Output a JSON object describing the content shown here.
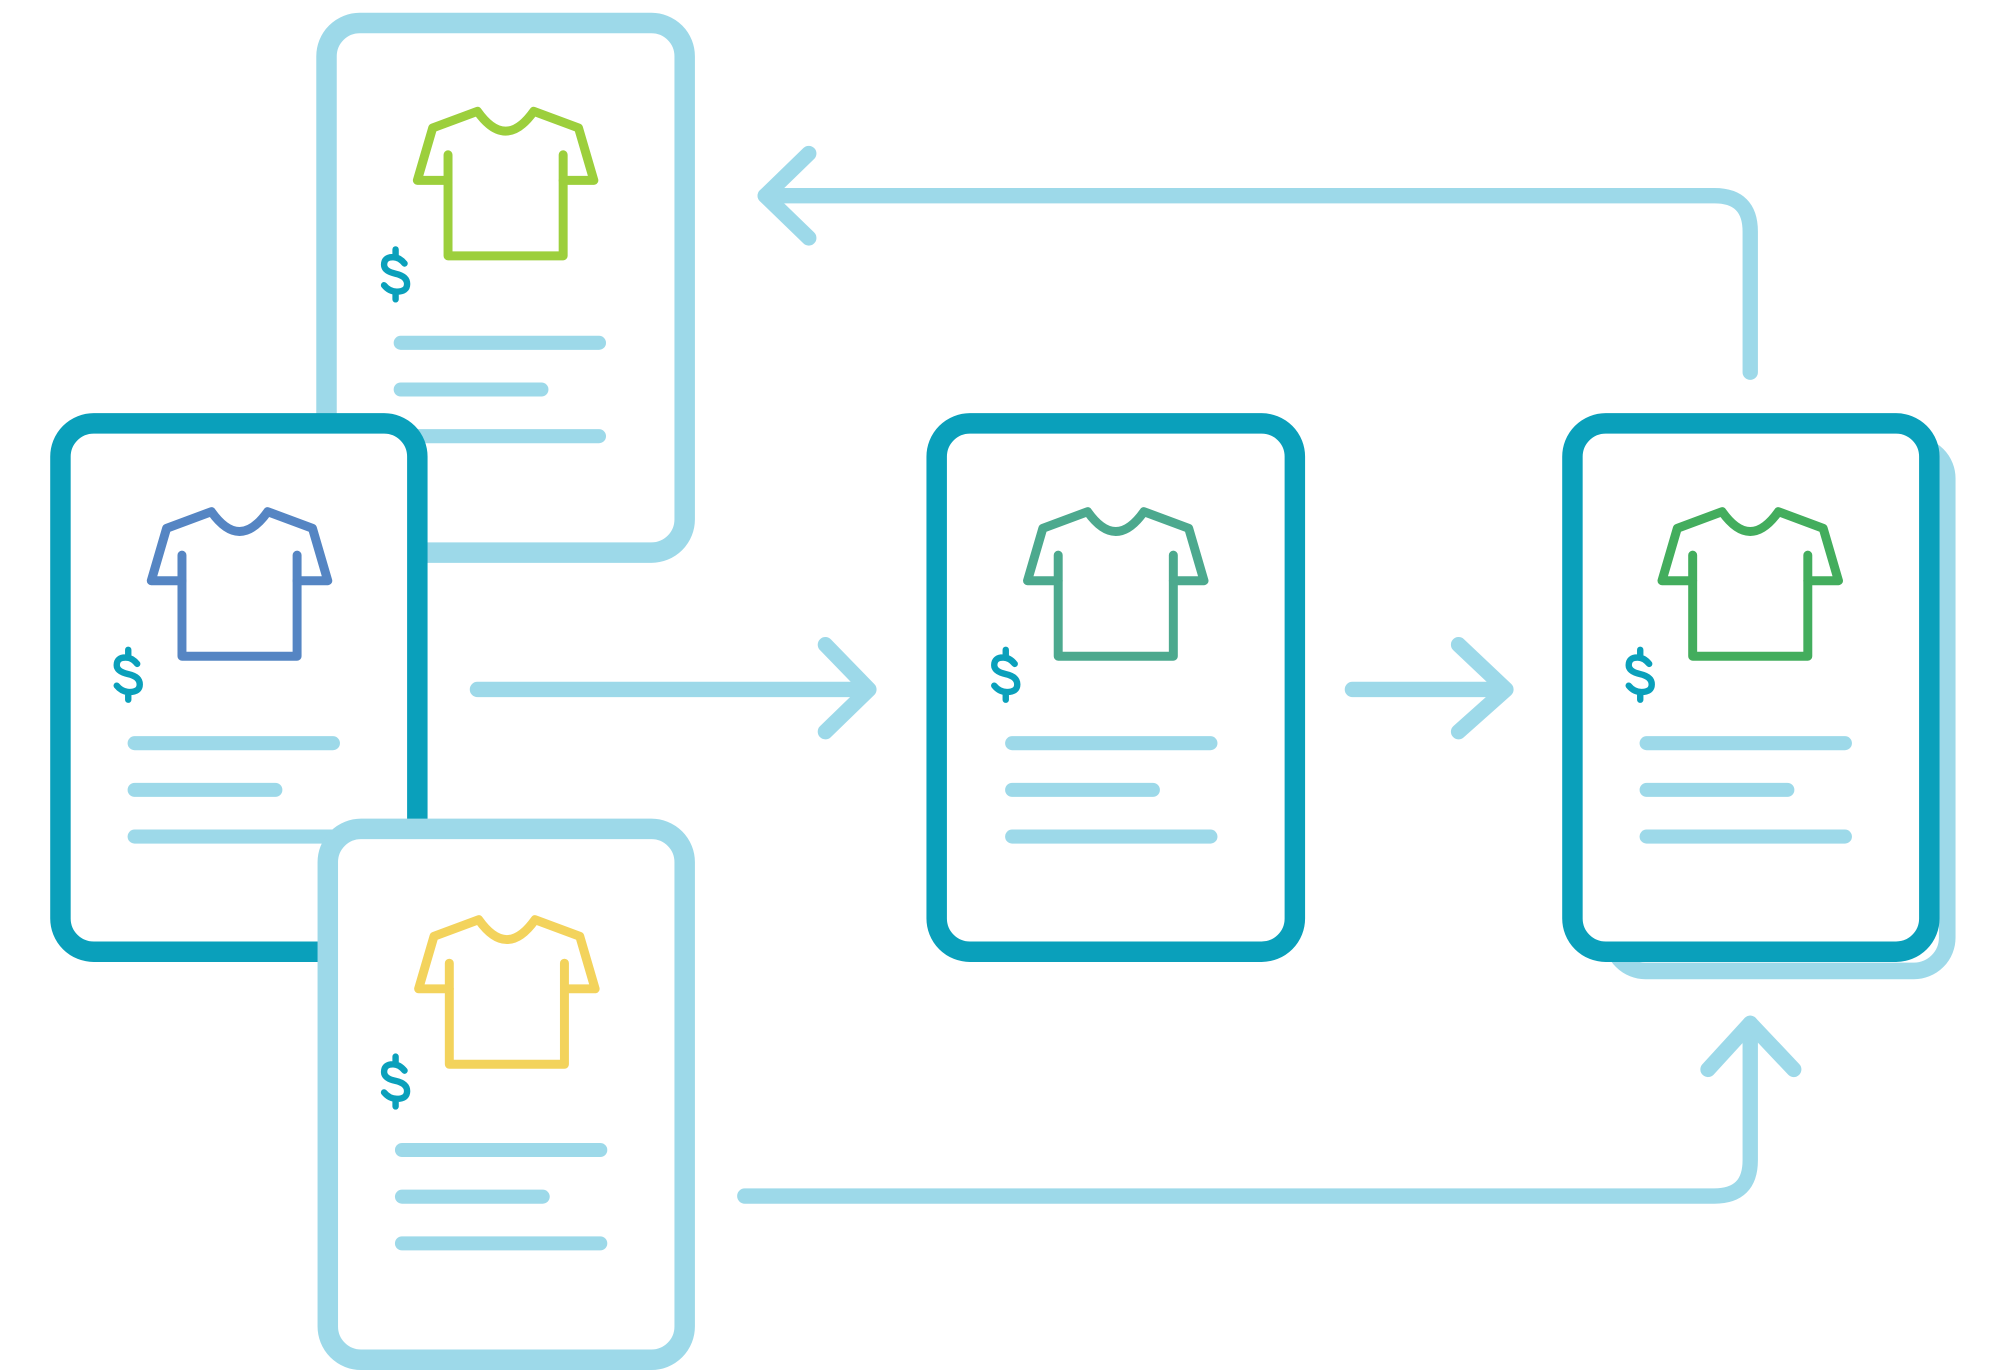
{
  "diagram": {
    "colors": {
      "dark_card": "#0aa0bb",
      "light": "#9dd9e9",
      "dollar": "#0aa0bb",
      "shirt_lime": "#9ccf3c",
      "shirt_blue": "#5585c3",
      "shirt_teal": "#4ca98e",
      "shirt_green": "#43ad5d",
      "shirt_yellow": "#f3d35c"
    },
    "cards": [
      {
        "id": "top-card",
        "style": "light",
        "shirt_color": "shirt_lime",
        "icon": "tshirt-icon",
        "price_icon": "dollar-icon"
      },
      {
        "id": "left-card",
        "style": "dark",
        "shirt_color": "shirt_blue",
        "icon": "tshirt-icon",
        "price_icon": "dollar-icon"
      },
      {
        "id": "bottom-card",
        "style": "light",
        "shirt_color": "shirt_yellow",
        "icon": "tshirt-icon",
        "price_icon": "dollar-icon"
      },
      {
        "id": "middle-card",
        "style": "dark",
        "shirt_color": "shirt_teal",
        "icon": "tshirt-icon",
        "price_icon": "dollar-icon"
      },
      {
        "id": "right-card",
        "style": "dark-stacked",
        "shirt_color": "shirt_green",
        "icon": "tshirt-icon",
        "price_icon": "dollar-icon"
      }
    ],
    "arrows": [
      {
        "id": "left-to-middle-arrow",
        "from": "left-card",
        "to": "middle-card",
        "icon": "arrow-right-icon"
      },
      {
        "id": "middle-to-right-arrow",
        "from": "middle-card",
        "to": "right-card",
        "icon": "arrow-right-icon"
      },
      {
        "id": "right-to-top-arrow",
        "from": "right-card",
        "to": "top-card",
        "icon": "arrow-left-icon"
      },
      {
        "id": "bottom-to-right-arrow",
        "from": "bottom-card",
        "to": "right-card",
        "icon": "arrow-up-icon"
      }
    ]
  }
}
